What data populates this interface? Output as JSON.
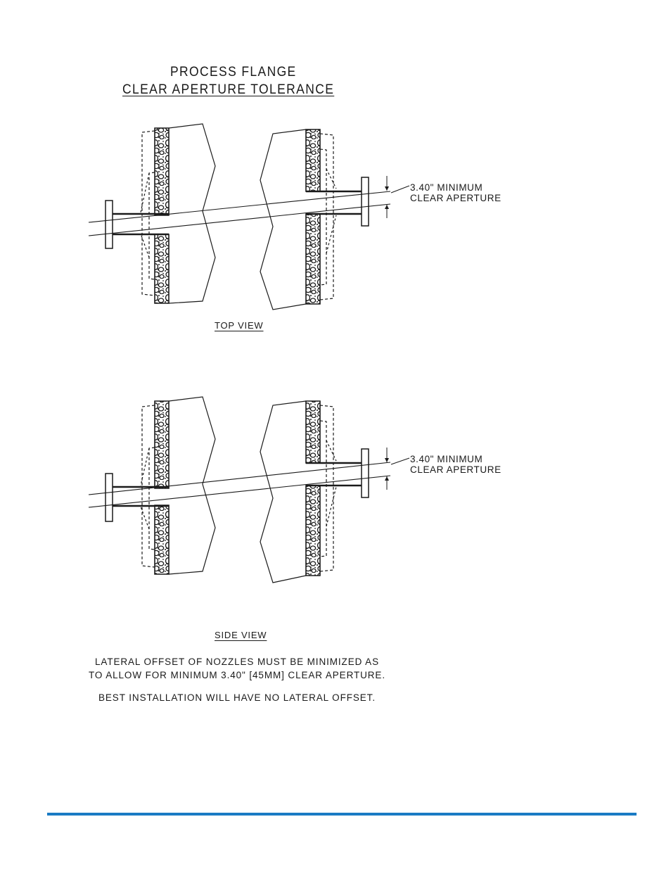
{
  "title": {
    "line1": "PROCESS  FLANGE",
    "line2": "CLEAR  APERTURE  TOLERANCE"
  },
  "top_view": {
    "label": "TOP  VIEW",
    "dimension_line1": "3.40\"  MINIMUM",
    "dimension_line2": "CLEAR  APERTURE"
  },
  "side_view": {
    "label": "SIDE  VIEW",
    "dimension_line1": "3.40\"  MINIMUM",
    "dimension_line2": "CLEAR  APERTURE"
  },
  "notes": {
    "line1": "LATERAL  OFFSET  OF  NOZZLES  MUST  BE  MINIMIZED  AS",
    "line2": "TO  ALLOW  FOR  MINIMUM  3.40\"  [45MM]  CLEAR  APERTURE.",
    "line3": "BEST  INSTALLATION  WILL  HAVE  NO  LATERAL  OFFSET."
  },
  "colors": {
    "ink": "#1a1a1a",
    "footer_rule": "#1a7bc4"
  }
}
